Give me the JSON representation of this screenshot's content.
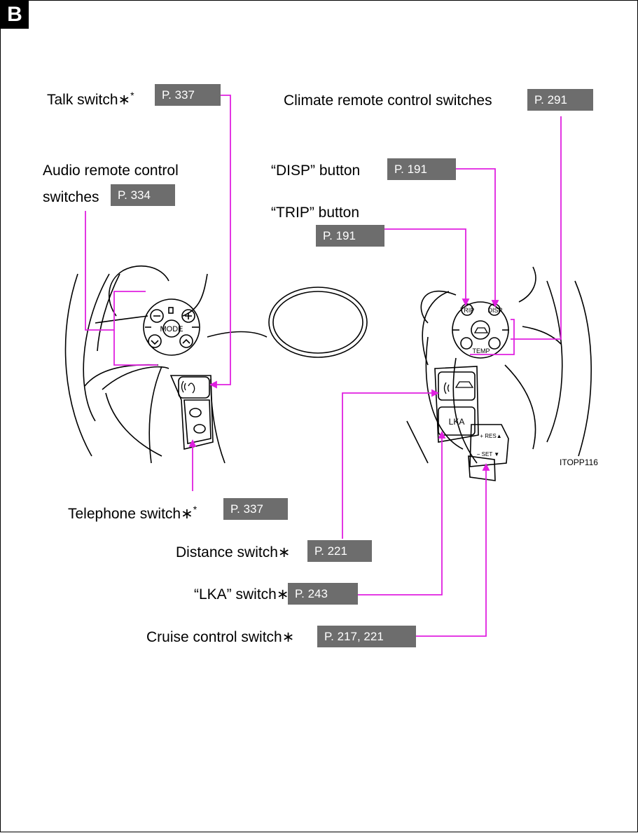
{
  "section_badge": "B",
  "figure_code": "ITOPP116",
  "callouts": {
    "talk_switch": {
      "label": "Talk switch∗",
      "superscript": "*",
      "page": "P. 337"
    },
    "audio_remote": {
      "label_line1": "Audio remote control",
      "label_line2": "switches",
      "page": "P. 334"
    },
    "climate_remote": {
      "label": "Climate remote control switches",
      "page": "P. 291"
    },
    "disp_button": {
      "label": "“DISP” button",
      "page": "P. 191"
    },
    "trip_button": {
      "label": "“TRIP” button",
      "page": "P. 191"
    },
    "telephone_switch": {
      "label": "Telephone switch∗",
      "superscript": "*",
      "page": "P. 337"
    },
    "distance_switch": {
      "label": "Distance switch∗",
      "page": "P. 221"
    },
    "lka_switch": {
      "label": "“LKA” switch∗",
      "page": "P. 243"
    },
    "cruise_switch": {
      "label": "Cruise control switch∗",
      "page": "P. 217, 221"
    }
  },
  "wheel_labels": {
    "mode": "MODE",
    "trip": "TRIP",
    "disp": "DISP",
    "temp": "TEMP",
    "lka": "LKA",
    "res": "+ RES▲",
    "set": "− SET ▼"
  },
  "colors": {
    "leader_line": "#e020e0",
    "page_ref_bg": "#6d6d6d"
  }
}
